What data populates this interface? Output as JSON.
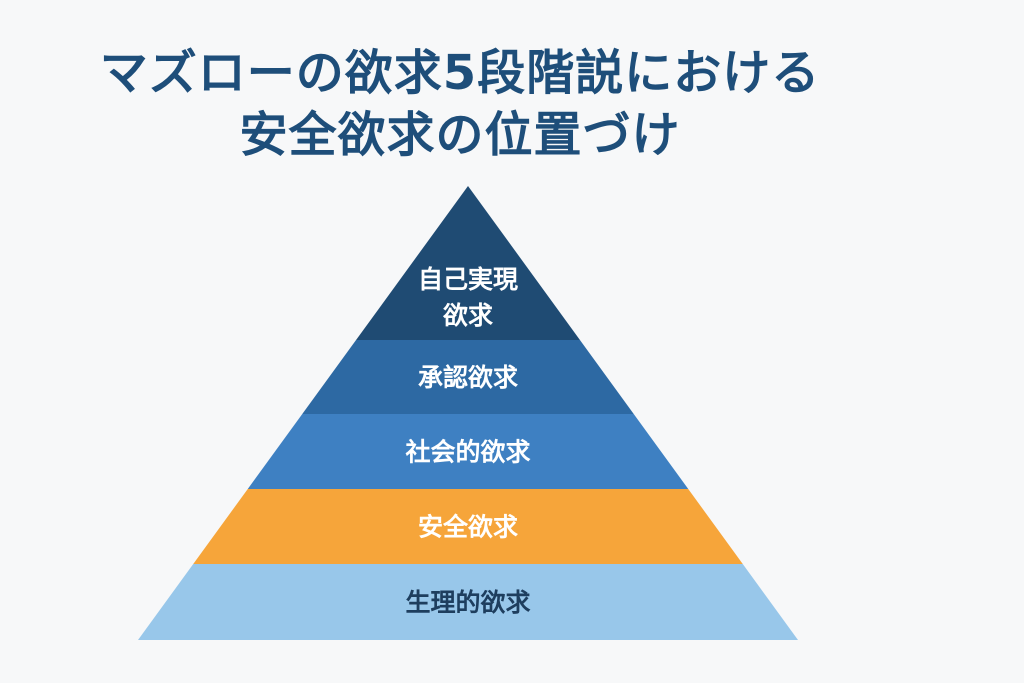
{
  "title": {
    "line1": "マズローの欲求5段階説における",
    "line2": "安全欲求の位置づけ"
  },
  "pyramid": {
    "levels": [
      {
        "lines": [
          "自己実現",
          "欲求"
        ],
        "color": "#1f4b73",
        "text_color": "#ffffff"
      },
      {
        "lines": [
          "承認欲求"
        ],
        "color": "#2d69a3",
        "text_color": "#ffffff"
      },
      {
        "lines": [
          "社会的欲求"
        ],
        "color": "#3e80c2",
        "text_color": "#ffffff"
      },
      {
        "lines": [
          "安全欲求"
        ],
        "color": "#f6a53a",
        "text_color": "#ffffff"
      },
      {
        "lines": [
          "生理的欲求"
        ],
        "color": "#98c7ea",
        "text_color": "#1e3e5e"
      }
    ],
    "highlight_level": "安全欲求"
  }
}
